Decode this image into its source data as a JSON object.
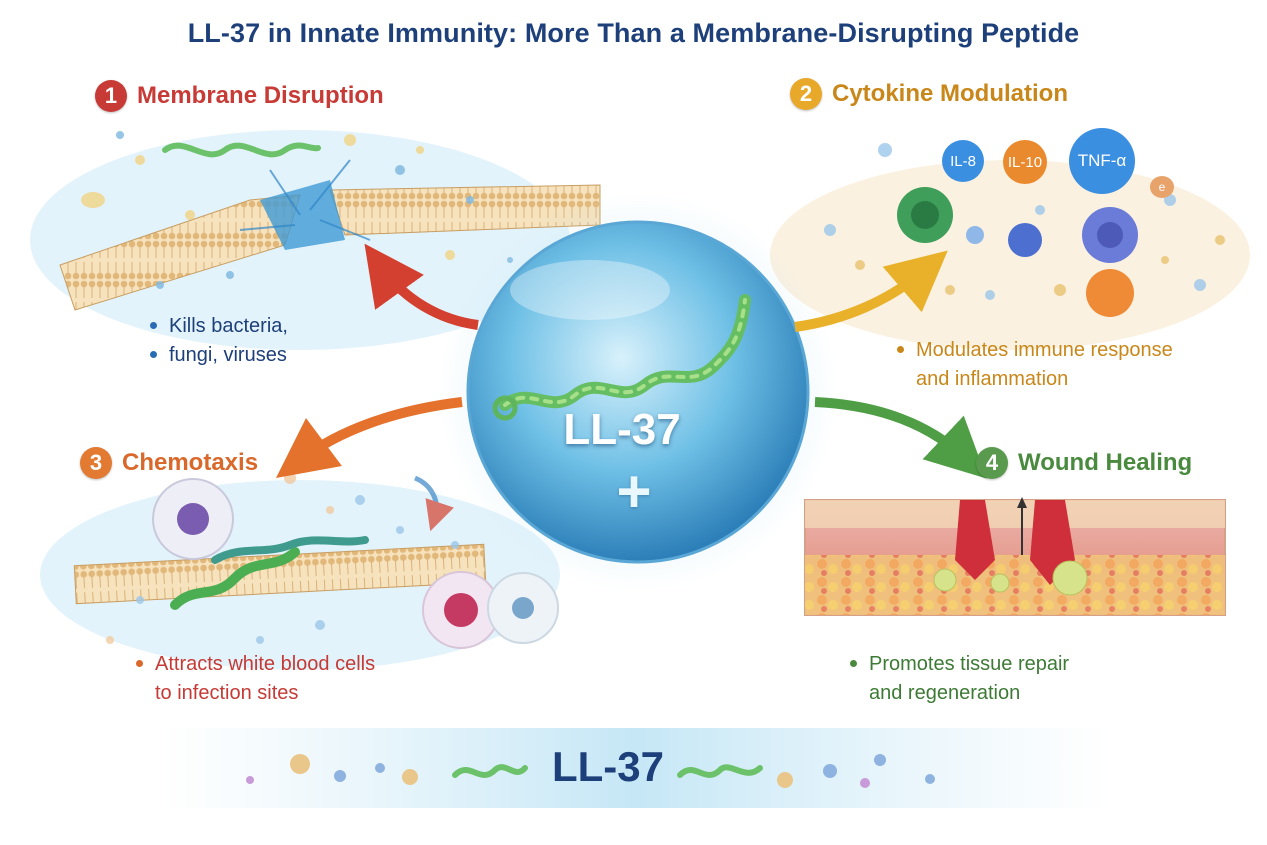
{
  "title": "LL-37 in Innate Immunity: More Than a Membrane-Disrupting Peptide",
  "center": {
    "label": "LL-37",
    "symbol": "+"
  },
  "sections": [
    {
      "number": "1",
      "title": "Membrane Disruption",
      "color": "#c73a35",
      "text_color": "#c73a35",
      "bullet_color": "#2a6cb3",
      "bullets": [
        "Kills bacteria,",
        "fungi, viruses"
      ]
    },
    {
      "number": "2",
      "title": "Cytokine Modulation",
      "color": "#e8a82a",
      "text_color": "#c9871a",
      "bullet_color": "#c9871a",
      "bullets": [
        "Modulates immune response",
        "and inflammation"
      ]
    },
    {
      "number": "3",
      "title": "Chemotaxis",
      "color": "#e27a32",
      "text_color": "#d9682a",
      "bullet_color": "#d9682a",
      "bullets": [
        "Attracts white blood cells",
        "to infection sites"
      ]
    },
    {
      "number": "4",
      "title": "Wound Healing",
      "color": "#5a9a4e",
      "text_color": "#4a8a3e",
      "bullet_color": "#4a8a3e",
      "bullets": [
        "Promotes tissue repair",
        "and regeneration"
      ]
    }
  ],
  "cytokines": [
    {
      "label": "IL-8",
      "color": "#3b8fe0"
    },
    {
      "label": "IL-10",
      "color": "#ea8a2e"
    },
    {
      "label": "TNF-α",
      "color": "#3b8fe0"
    },
    {
      "label": "e",
      "color": "#e8a36a"
    }
  ],
  "bottom_label": "LL-37",
  "colors": {
    "title": "#1d3f7a",
    "sphere": "#5fb6e0",
    "helix": "#6cc26a",
    "skin": "#e8b8a0"
  }
}
